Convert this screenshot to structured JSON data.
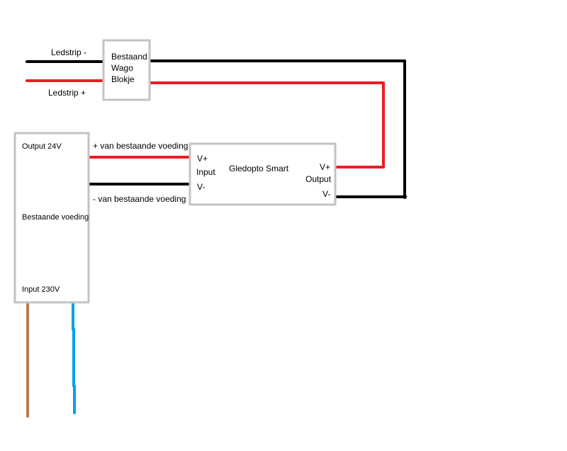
{
  "wago": {
    "line1": "Bestaand",
    "line2": "Wago",
    "line3": "Blokje"
  },
  "ledstrip": {
    "minus": "Ledstrip -",
    "plus": "Ledstrip +"
  },
  "voeding": {
    "output": "Output 24V",
    "name": "Bestaande voeding",
    "input": "Input 230V"
  },
  "wires": {
    "plus_label": "+ van bestaande voeding",
    "minus_label": "- van bestaande voeding"
  },
  "gledopto": {
    "name": "Gledopto Smart",
    "input": {
      "vplus": "V+",
      "label": "Input",
      "vminus": "V-"
    },
    "output": {
      "vplus": "V+",
      "label": "Output",
      "vminus": "V-"
    }
  },
  "colors": {
    "positive": "#ed1c24",
    "negative": "#000000",
    "box": "#c3c3c3",
    "brown": "#b97a57",
    "blue": "#00a2e8"
  }
}
